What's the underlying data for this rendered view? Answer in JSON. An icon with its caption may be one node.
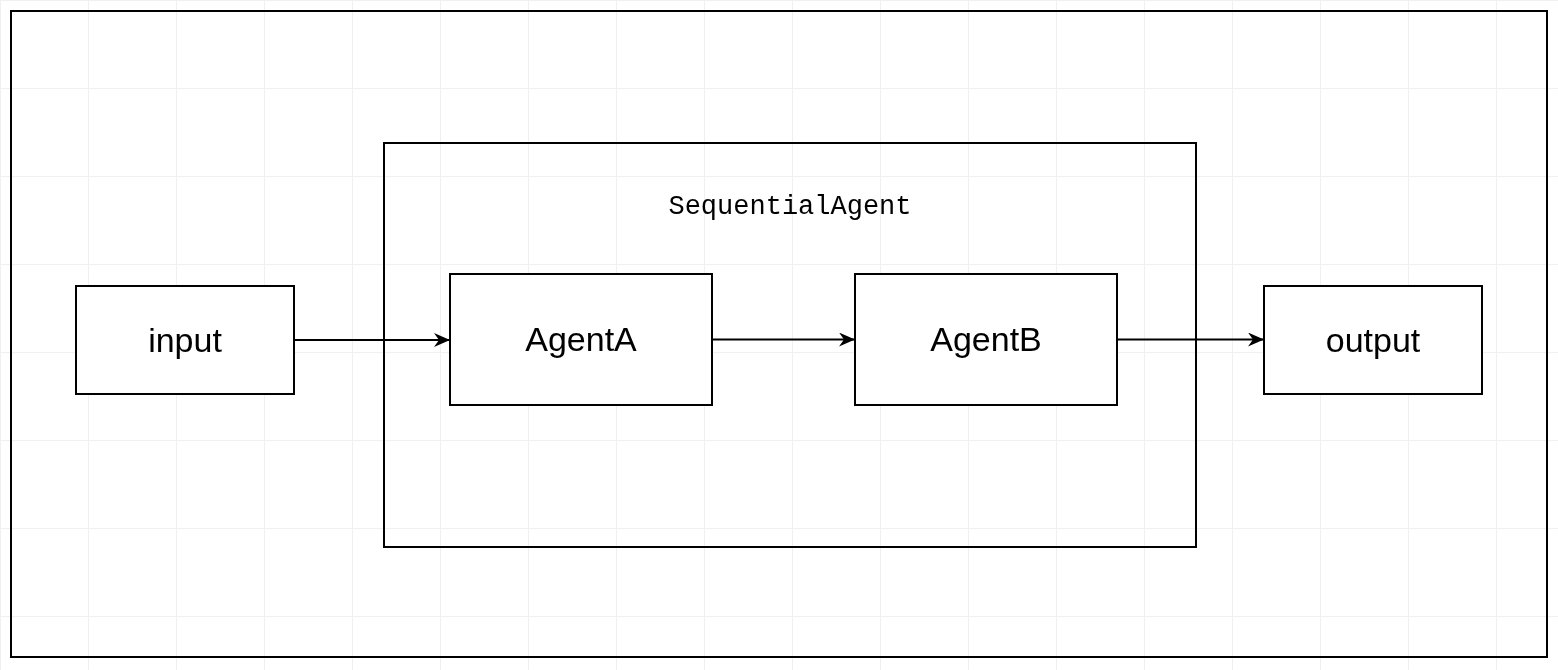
{
  "diagram": {
    "nodes": [
      {
        "text": [],
        "shape": "box"
      },
      {
        "text": [
          "input"
        ],
        "in": 0
      },
      {
        "text": [
          "SequentialAgent"
        ],
        "in": 0
      },
      {
        "text": [
          "AgentA"
        ],
        "in": 2
      },
      {
        "text": [
          "AgentB"
        ],
        "in": 2
      },
      {
        "text": [
          "output"
        ],
        "in": 0
      }
    ],
    "edges": [
      {
        "from": 1,
        "to": 3,
        "arrow": "to"
      },
      {
        "from": 3,
        "to": 4,
        "arrow": "to"
      },
      {
        "from": 4,
        "to": 5,
        "arrow": "to"
      }
    ]
  }
}
